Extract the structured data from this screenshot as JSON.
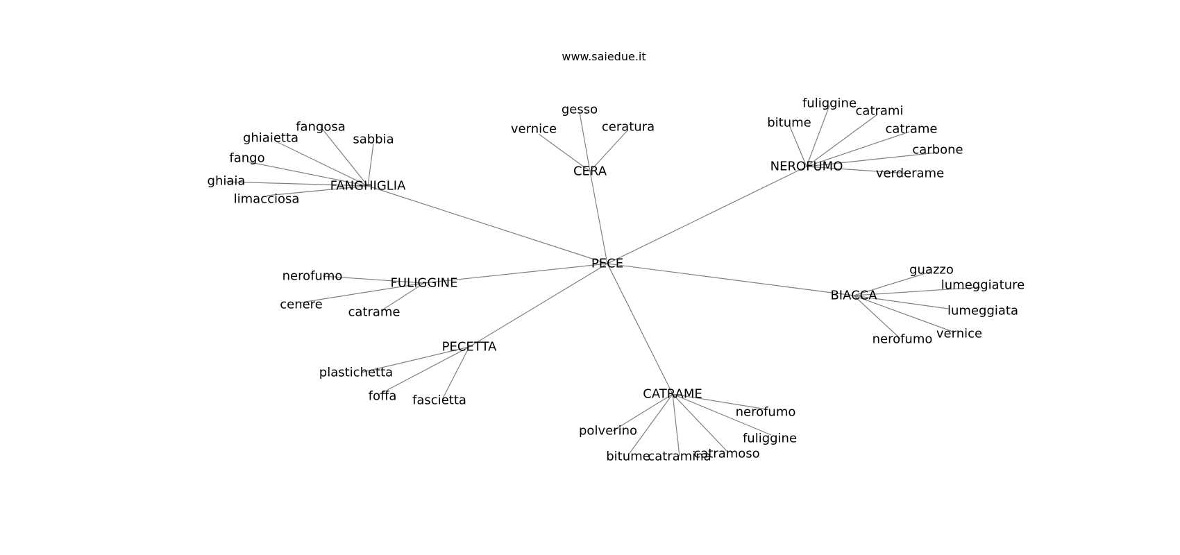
{
  "watermark": "www.saiedue.it",
  "root": "PECE",
  "clusters": [
    {
      "hub": "FANGHIGLIA",
      "leaves": [
        "fangosa",
        "sabbia",
        "ghiaietta",
        "fango",
        "ghiaia",
        "limacciosa"
      ]
    },
    {
      "hub": "CERA",
      "leaves": [
        "gesso",
        "vernice",
        "ceratura"
      ]
    },
    {
      "hub": "NEROFUMO",
      "leaves": [
        "fuliggine",
        "catrami",
        "bitume",
        "catrame",
        "carbone",
        "verderame"
      ]
    },
    {
      "hub": "FULIGGINE",
      "leaves": [
        "nerofumo",
        "cenere",
        "catrame"
      ]
    },
    {
      "hub": "BIACCA",
      "leaves": [
        "guazzo",
        "lumeggiature",
        "lumeggiata",
        "vernice",
        "nerofumo"
      ]
    },
    {
      "hub": "PECETTA",
      "leaves": [
        "plastichetta",
        "foffa",
        "fascietta"
      ]
    },
    {
      "hub": "CATRAME",
      "leaves": [
        "nerofumo",
        "polverino",
        "fuliggine",
        "bitume",
        "catramina",
        "catramoso"
      ]
    }
  ]
}
